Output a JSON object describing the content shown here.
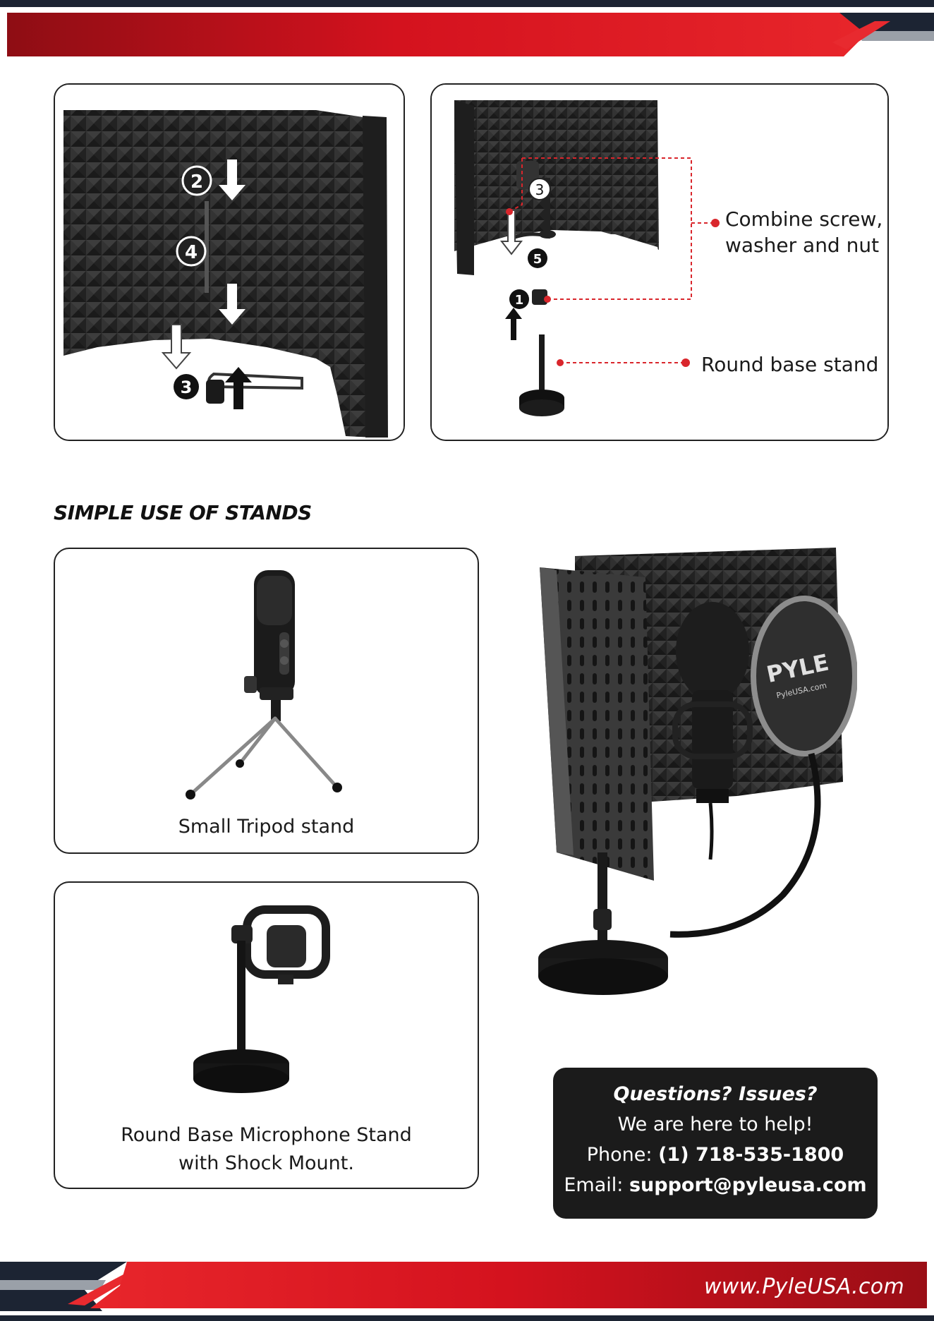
{
  "assembly": {
    "step_labels_left": [
      "2",
      "4",
      "3"
    ],
    "step_labels_right": [
      "3",
      "5",
      "1"
    ],
    "callout_combine": "Combine screw, washer and nut",
    "callout_round_base": "Round base stand"
  },
  "section": {
    "title": "SIMPLE USE OF STANDS"
  },
  "stands": {
    "tripod_caption": "Small Tripod stand",
    "round_base_caption_line1": "Round Base Microphone Stand",
    "round_base_caption_line2": "with Shock Mount."
  },
  "product": {
    "logo_text": "PYLE",
    "logo_sub": "PyleUSA.com"
  },
  "help": {
    "title": "Questions? Issues?",
    "subtitle": "We are here to help!",
    "phone_label": "Phone: ",
    "phone": "(1) 718-535-1800",
    "email_label": "Email: ",
    "email": "support@pyleusa.com"
  },
  "footer": {
    "url": "www.PyleUSA.com"
  },
  "colors": {
    "brand_red": "#d4121e",
    "dark_navy": "#1c2433",
    "callout_red": "#d9262c"
  }
}
